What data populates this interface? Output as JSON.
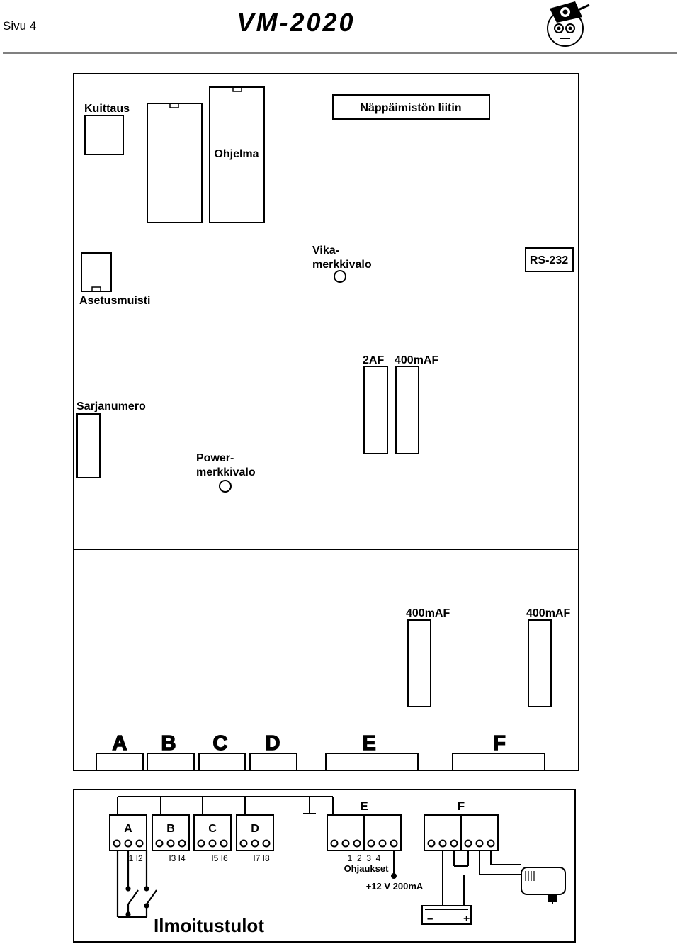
{
  "header": {
    "page_label": "Sivu 4",
    "title": "VM-2020",
    "logo": "mascot-logo-icon"
  },
  "board": {
    "kuittaus": "Kuittaus",
    "nappaimisto": "Näppäimistön liitin",
    "ohjelma": "Ohjelma",
    "vika_line1": "Vika-",
    "vika_line2": "merkkivalo",
    "rs232": "RS-232",
    "asetusmuisti": "Asetusmuisti",
    "fuse_2af": "2AF",
    "fuse_400maf_top": "400mAF",
    "sarjanumero": "Sarjanumero",
    "power_line1": "Power-",
    "power_line2": "merkkivalo",
    "fuse_400maf_1": "400mAF",
    "fuse_400maf_2": "400mAF",
    "connectors": [
      "A",
      "B",
      "C",
      "D",
      "E",
      "F"
    ]
  },
  "wiring": {
    "label_e": "E",
    "label_f": "F",
    "terminals": [
      "A",
      "B",
      "C",
      "D"
    ],
    "inputs": [
      "I1 I2",
      "I3 I4",
      "I5 I6",
      "I7 I8"
    ],
    "control_numbers": "1  2  3  4",
    "ohjaukset": "Ohjaukset",
    "supply": "+12 V 200mA",
    "minus": "–",
    "plus": "+",
    "ilmoitustulot": "Ilmoitustulot"
  }
}
